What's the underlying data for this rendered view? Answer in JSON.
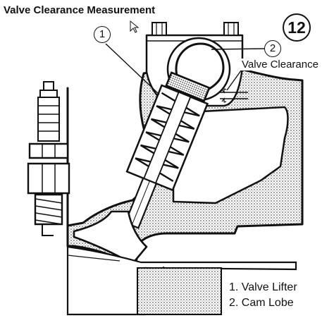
{
  "figure": {
    "title": "Valve Clearance Measurement",
    "figure_number": "12",
    "annotation": "Valve Clearance"
  },
  "callouts": [
    {
      "number": "1"
    },
    {
      "number": "2"
    }
  ],
  "legend": [
    {
      "number": "1.",
      "label": "Valve Lifter"
    },
    {
      "number": "2.",
      "label": "Cam Lobe"
    }
  ]
}
